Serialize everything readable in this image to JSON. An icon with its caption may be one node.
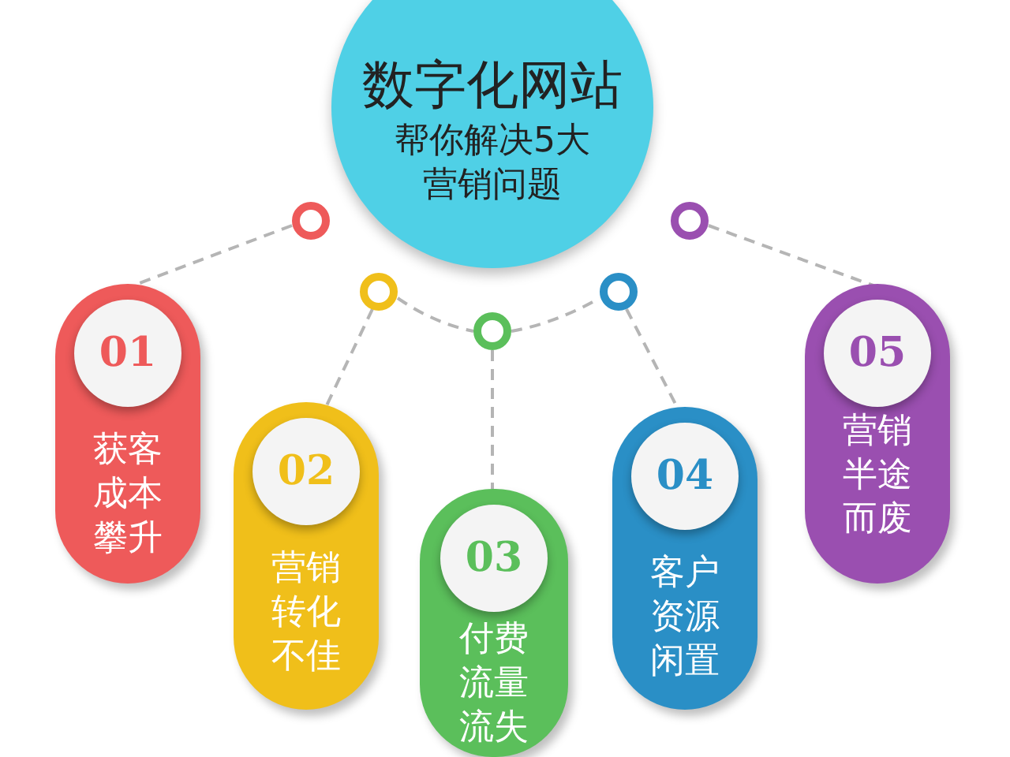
{
  "diagram": {
    "nodes": [
      {
        "text": [
          "数字化网站",
          "帮你解决5大营销问题"
        ]
      },
      {
        "text": [],
        "shape": "circle"
      },
      {
        "text": [],
        "shape": "circle"
      },
      {
        "text": [],
        "shape": "circle"
      },
      {
        "text": [],
        "shape": "circle"
      },
      {
        "text": [],
        "shape": "circle"
      },
      {
        "text": [
          "01",
          "获客成本攀升"
        ]
      },
      {
        "text": [
          "02",
          "营销转化不佳"
        ]
      },
      {
        "text": [
          "03",
          "付费流量流失"
        ]
      },
      {
        "text": [
          "04",
          "客户资源闲置"
        ]
      },
      {
        "text": [
          "05",
          "营销半途而废"
        ]
      }
    ],
    "edges": [
      {
        "from": 1,
        "to": 6,
        "arrow": "none",
        "style": "dashed"
      },
      {
        "from": 2,
        "to": 7,
        "arrow": "none",
        "style": "dashed"
      },
      {
        "from": 3,
        "to": 8,
        "arrow": "none",
        "style": "dashed"
      },
      {
        "from": 4,
        "to": 9,
        "arrow": "none",
        "style": "dashed"
      },
      {
        "from": 5,
        "to": 10,
        "arrow": "none",
        "style": "dashed"
      },
      {
        "from": 2,
        "to": 3,
        "arrow": "none",
        "style": "dashed"
      },
      {
        "from": 3,
        "to": 4,
        "arrow": "none",
        "style": "dashed"
      }
    ]
  }
}
